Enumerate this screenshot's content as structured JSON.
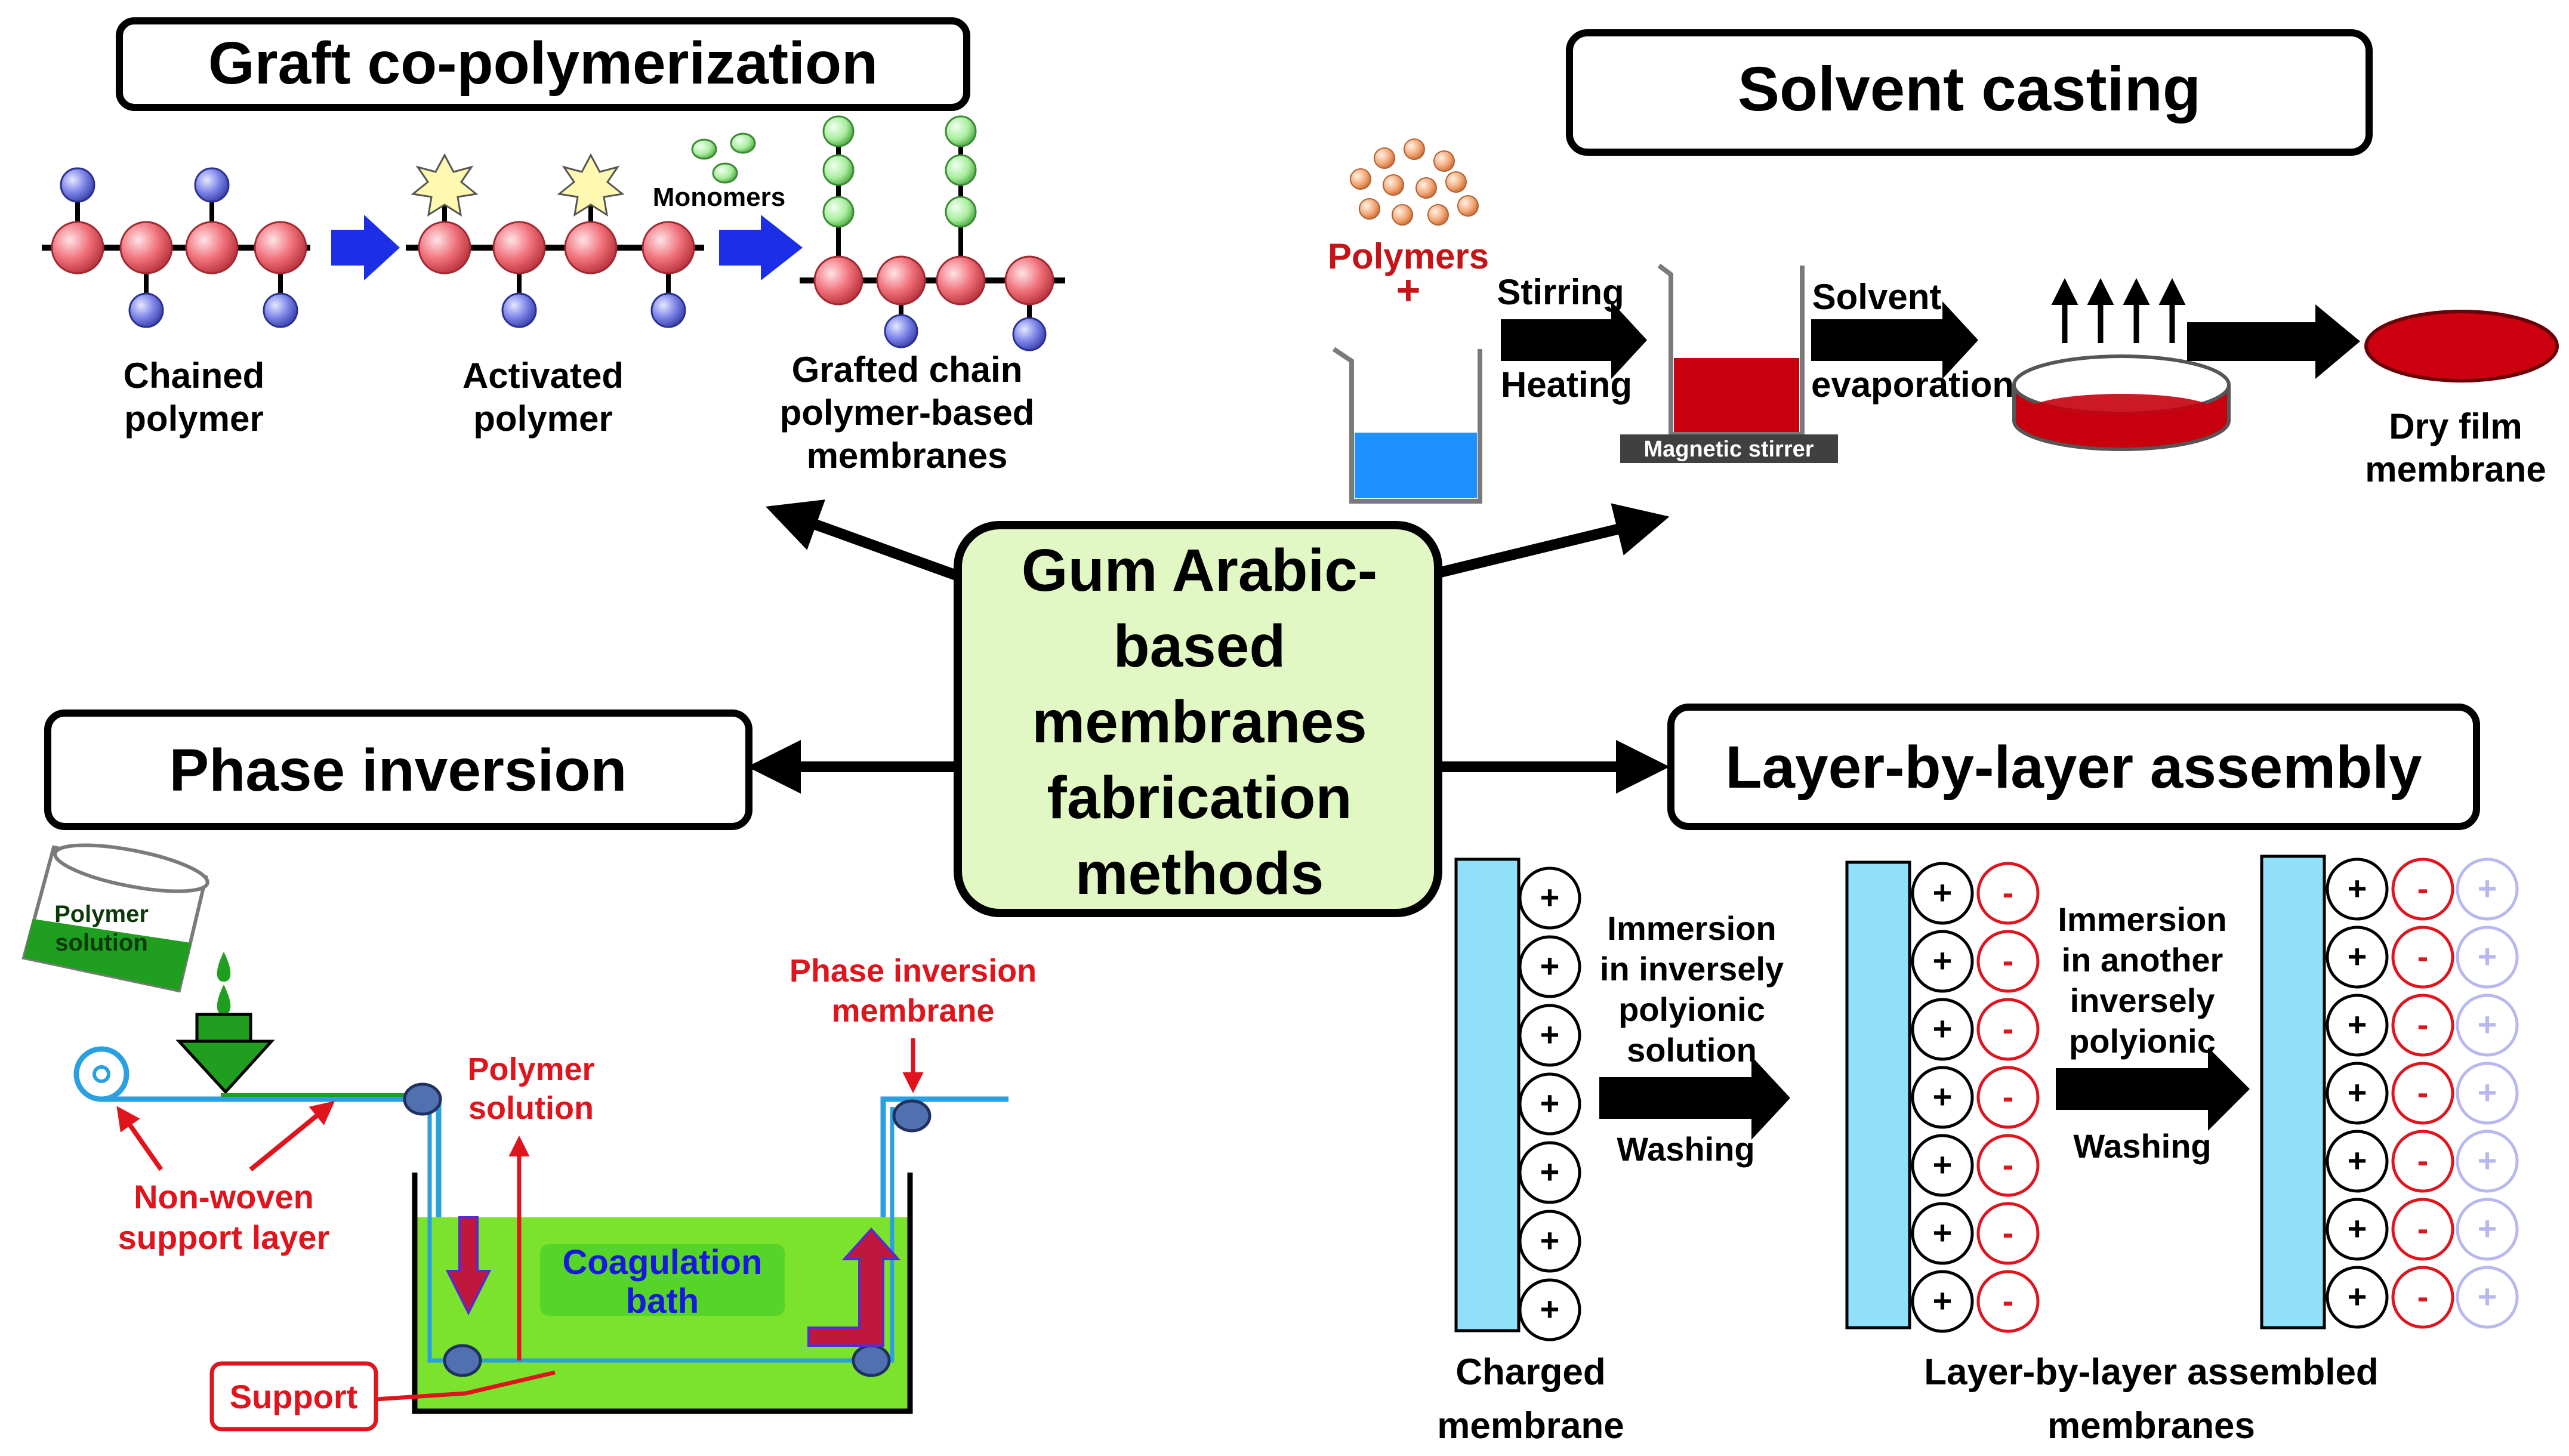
{
  "center": {
    "lines": [
      "Gum Arabic-",
      "based",
      "membranes",
      "fabrication",
      "methods"
    ]
  },
  "graft": {
    "title": "Graft co-polymerization",
    "monomers": "Monomers",
    "chained": [
      "Chained",
      "polymer"
    ],
    "activated": [
      "Activated",
      "polymer"
    ],
    "grafted": [
      "Grafted chain",
      "polymer-based",
      "membranes"
    ]
  },
  "solvent": {
    "title": "Solvent casting",
    "polymers": "Polymers",
    "plus": "+",
    "stirring": "Stirring",
    "heating": "Heating",
    "magnetic": "Magnetic stirrer",
    "solvent": "Solvent",
    "evaporation": "evaporation",
    "dry": [
      "Dry film",
      "membrane"
    ]
  },
  "phase": {
    "title": "Phase inversion",
    "polymer_solution_beaker": [
      "Polymer",
      "solution"
    ],
    "nonwoven": [
      "Non-woven",
      "support layer"
    ],
    "polymer_solution": [
      "Polymer",
      "solution"
    ],
    "pi_membrane": [
      "Phase inversion",
      "membrane"
    ],
    "coag": [
      "Coagulation",
      "bath"
    ],
    "support": "Support"
  },
  "lbl": {
    "title": "Layer-by-layer assembly",
    "immersion1": [
      "Immersion",
      "in inversely",
      "polyionic",
      "solution"
    ],
    "washing1": "Washing",
    "immersion2": [
      "Immersion",
      "in another",
      "inversely",
      "polyionic"
    ],
    "washing2": "Washing",
    "charged": [
      "Charged",
      "membrane"
    ],
    "assembled": [
      "Layer-by-layer assembled",
      "membranes"
    ],
    "plus": "+",
    "minus": "-"
  },
  "colors": {
    "center_fill": "#e2f8c4",
    "red_ball": "#f0707a",
    "blue_ball": "#7b83e8",
    "green_ball": "#a9ee9e",
    "arrow_blue": "#1d2fe6",
    "red_text": "#e0141c",
    "coag_fill": "#7be32e",
    "membrane_blue": "#8fe0f8"
  }
}
